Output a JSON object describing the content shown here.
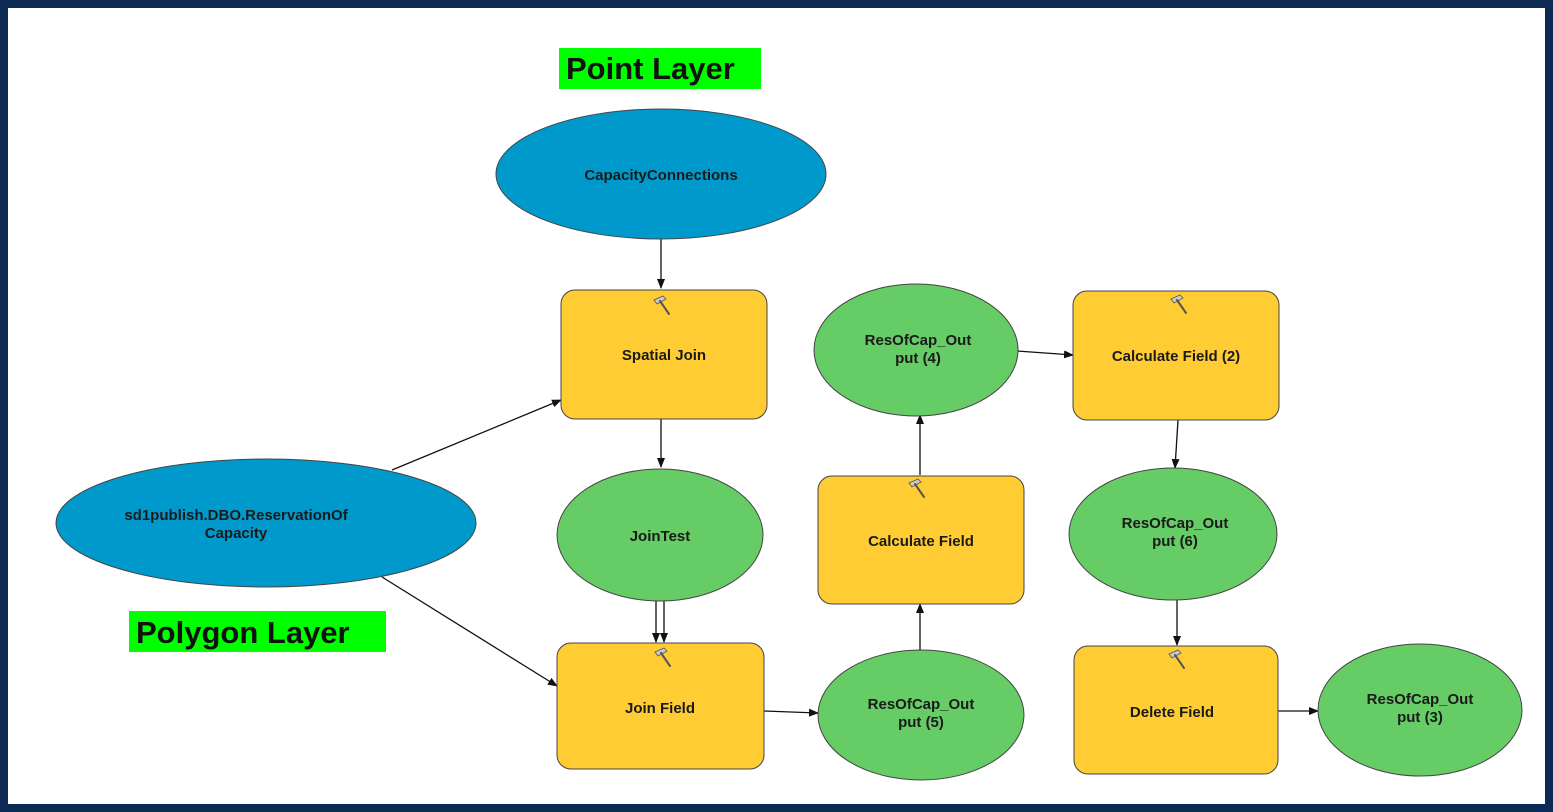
{
  "layer_labels": {
    "point": "Point Layer",
    "polygon": "Polygon Layer"
  },
  "colors": {
    "input_data": "#0099cc",
    "tool": "#ffcc33",
    "output_data": "#66cc66",
    "highlight": "#00ff00",
    "frame": "#0d2a55"
  },
  "nodes": {
    "capacity_connections": {
      "type": "input",
      "label": [
        "CapacityConnections"
      ]
    },
    "reservation_of_capacity": {
      "type": "input",
      "label": [
        "sd1publish.DBO.ReservationOf",
        "Capacity"
      ]
    },
    "spatial_join": {
      "type": "tool",
      "label": [
        "Spatial Join"
      ],
      "icon": "hammer-icon"
    },
    "join_test": {
      "type": "output",
      "label": [
        "JoinTest"
      ]
    },
    "join_field": {
      "type": "tool",
      "label": [
        "Join Field"
      ],
      "icon": "hammer-icon"
    },
    "res_out_5": {
      "type": "output",
      "label": [
        "ResOfCap_Out",
        "put (5)"
      ]
    },
    "calculate_field": {
      "type": "tool",
      "label": [
        "Calculate Field"
      ],
      "icon": "hammer-icon"
    },
    "res_out_4": {
      "type": "output",
      "label": [
        "ResOfCap_Out",
        "put (4)"
      ]
    },
    "calculate_field_2": {
      "type": "tool",
      "label": [
        "Calculate Field (2)"
      ],
      "icon": "hammer-icon"
    },
    "res_out_6": {
      "type": "output",
      "label": [
        "ResOfCap_Out",
        "put (6)"
      ]
    },
    "delete_field": {
      "type": "tool",
      "label": [
        "Delete Field"
      ],
      "icon": "hammer-icon"
    },
    "res_out_3": {
      "type": "output",
      "label": [
        "ResOfCap_Out",
        "put (3)"
      ]
    }
  },
  "edges": [
    [
      "capacity_connections",
      "spatial_join"
    ],
    [
      "reservation_of_capacity",
      "spatial_join"
    ],
    [
      "reservation_of_capacity",
      "join_field"
    ],
    [
      "spatial_join",
      "join_test"
    ],
    [
      "join_test",
      "join_field"
    ],
    [
      "join_field",
      "res_out_5"
    ],
    [
      "res_out_5",
      "calculate_field"
    ],
    [
      "calculate_field",
      "res_out_4"
    ],
    [
      "res_out_4",
      "calculate_field_2"
    ],
    [
      "calculate_field_2",
      "res_out_6"
    ],
    [
      "res_out_6",
      "delete_field"
    ],
    [
      "delete_field",
      "res_out_3"
    ]
  ]
}
